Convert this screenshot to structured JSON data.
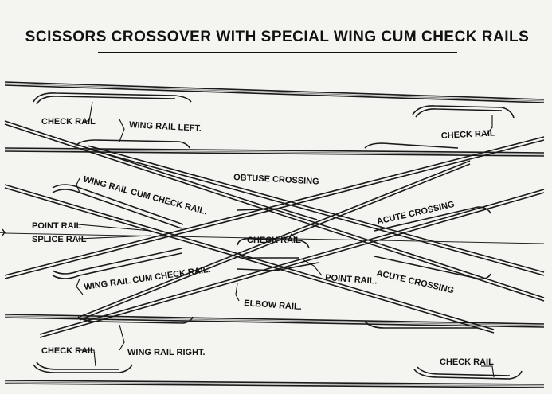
{
  "title": "SCISSORS CROSSOVER WITH SPECIAL WING CUM CHECK RAILS",
  "labels": {
    "check_rail_top_left": "CHECK RAIL",
    "wing_rail_left": "WING RAIL LEFT.",
    "check_rail_top_right": "CHECK RAIL",
    "obtuse_crossing": "OBTUSE CROSSING",
    "wing_rail_cum_check_rail_upper": "WING RAIL CUM CHECK RAIL.",
    "acute_crossing_upper": "ACUTE CROSSING",
    "point_rail_left": "POINT RAIL",
    "splice_rail": "SPLICE RAIL",
    "check_rail_center": "CHECK RAIL",
    "wing_rail_cum_check_rail_lower": "WING RAIL CUM CHECK RAIL.",
    "point_rail_right": "POINT RAIL.",
    "acute_crossing_lower": "ACUTE CROSSING",
    "elbow_rail": "ELBOW RAIL.",
    "check_rail_bottom_left": "CHECK RAIL",
    "wing_rail_right": "WING RAIL RIGHT.",
    "check_rail_bottom_right": "CHECK RAIL"
  }
}
